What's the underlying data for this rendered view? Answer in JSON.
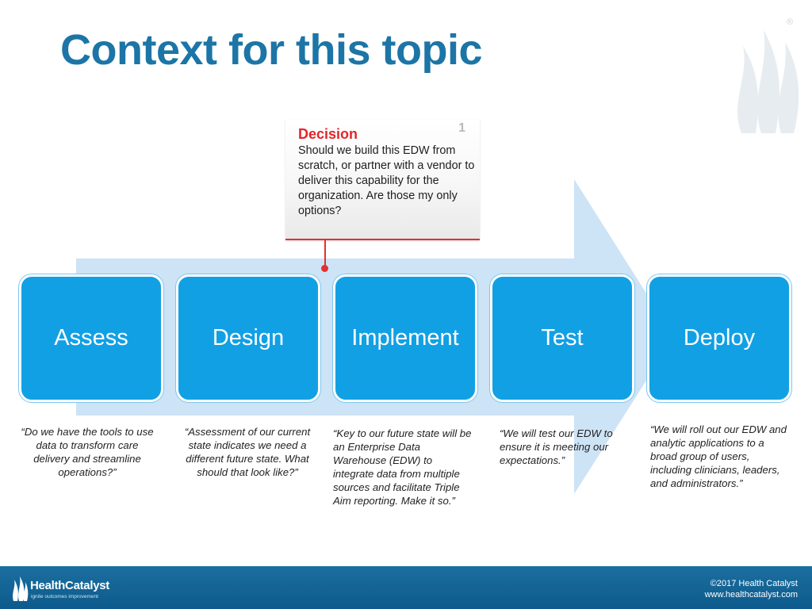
{
  "title": "Context for this topic",
  "colors": {
    "title": "#1c75a6",
    "step_fill": "#12a0e4",
    "arrow": "#cde3f6",
    "decision_accent": "#e3262b",
    "footer": "#0d5a8c"
  },
  "decision": {
    "heading": "Decision",
    "number": "1",
    "text": "Should we build this EDW from scratch, or partner with a vendor to deliver this capability for the organization.  Are those my only options?"
  },
  "steps": [
    {
      "label": "Assess",
      "quote": "“Do we have the tools to use data to transform care delivery and streamline operations?”"
    },
    {
      "label": "Design",
      "quote": "“Assessment of our current state indicates we need a different future state.  What should that look like?”"
    },
    {
      "label": "Implement",
      "quote": "“Key to our future state will be an Enterprise Data Warehouse (EDW) to integrate data from multiple sources and facilitate Triple Aim reporting.  Make it so.”"
    },
    {
      "label": "Test",
      "quote": "“We will test our EDW to ensure it is meeting our expectations.”"
    },
    {
      "label": "Deploy",
      "quote": "“We will roll out our EDW and analytic applications to a broad group of users, including clinicians, leaders, and administrators.”"
    }
  ],
  "footer": {
    "logo_text": "HealthCatalyst",
    "tagline": "ignite outcomes improvement",
    "copyright": "©2017 Health Catalyst",
    "url": "www.healthcatalyst.com"
  },
  "watermark": {
    "icon": "flame-logo-icon",
    "mark": "®"
  }
}
